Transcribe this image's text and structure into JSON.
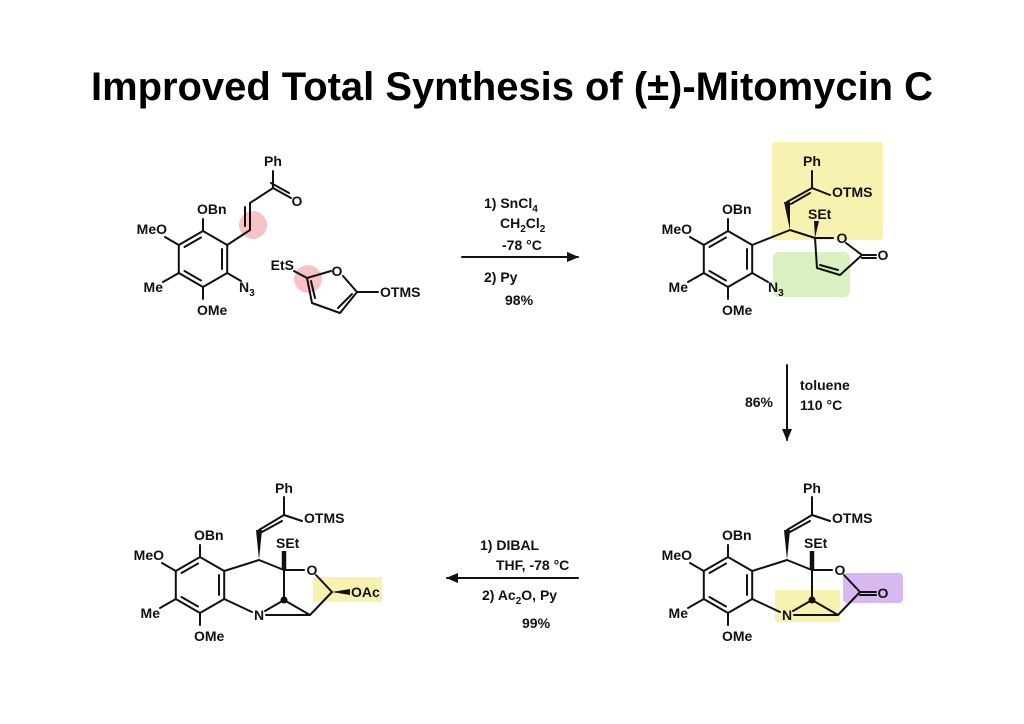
{
  "title": "Improved Total Synthesis of (±)-Mitomycin C",
  "colors": {
    "highlight_pink": "#f4b8c0",
    "highlight_yellow": "#f7f2b0",
    "highlight_green": "#d9f0c0",
    "highlight_purple": "#d8b8f0"
  },
  "compound1": {
    "ph": "Ph",
    "o": "O",
    "obn": "OBn",
    "meo": "MeO",
    "me": "Me",
    "ome": "OMe",
    "n": "N",
    "n_sub": "3"
  },
  "furan": {
    "ets": "EtS",
    "o": "O",
    "otms": "OTMS"
  },
  "step1": {
    "line1_a": "1) SnCl",
    "line1_sub": "4",
    "line2_a": "CH",
    "line2_sub1": "2",
    "line2_b": "Cl",
    "line2_sub2": "2",
    "line3": "-78 °C",
    "line4": "2) Py",
    "yield": "98%"
  },
  "compound2": {
    "ph": "Ph",
    "otms": "OTMS",
    "obn": "OBn",
    "set": "SEt",
    "meo": "MeO",
    "o_ring": "O",
    "o_carbonyl": "O",
    "me": "Me",
    "n": "N",
    "n_sub": "3",
    "ome": "OMe"
  },
  "step2": {
    "yield": "86%",
    "line1": "toluene",
    "line2": "110 °C"
  },
  "compound4": {
    "ph": "Ph",
    "otms": "OTMS",
    "obn": "OBn",
    "set": "SEt",
    "meo": "MeO",
    "o_ring": "O",
    "o_carbonyl": "O",
    "me": "Me",
    "n": "N",
    "ome": "OMe"
  },
  "step3": {
    "line1": "1) DIBAL",
    "line2": "THF, -78 °C",
    "line3_a": "2) Ac",
    "line3_sub": "2",
    "line3_b": "O, Py",
    "yield": "99%"
  },
  "compound3": {
    "ph": "Ph",
    "otms": "OTMS",
    "obn": "OBn",
    "set": "SEt",
    "meo": "MeO",
    "o_ring": "O",
    "oac": "OAc",
    "me": "Me",
    "n": "N",
    "ome": "OMe"
  }
}
